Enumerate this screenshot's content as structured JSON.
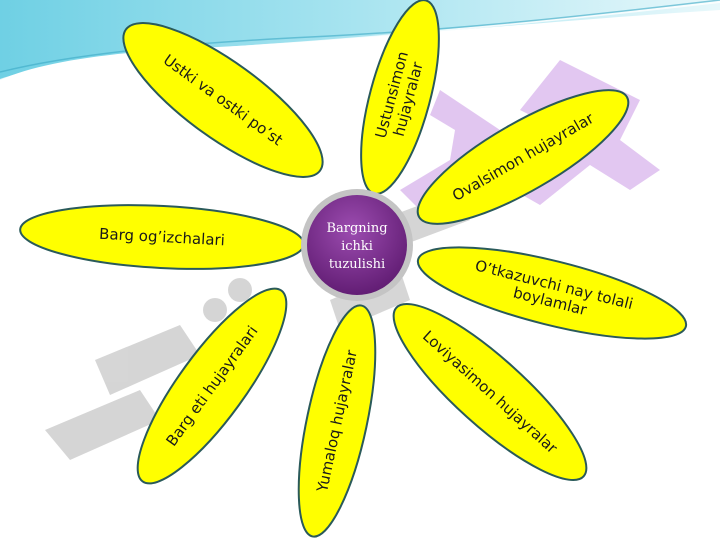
{
  "colors": {
    "petal_fill": "#ffff00",
    "petal_stroke": "#2a5a5a",
    "center_fill": "#7b2b8c",
    "center_ring": "#d0d0d0",
    "background_wave": "#5bc6dc",
    "watermark_purple": "#d8b4ec",
    "watermark_gray": "#c8c8c8"
  },
  "center": {
    "lines": [
      "Bargning",
      "ichki",
      "tuzulishi"
    ]
  },
  "petals": [
    {
      "id": "ustki-ostki-post",
      "lines": [
        "Ustki va ostki po’st"
      ]
    },
    {
      "id": "ustunsimon",
      "lines": [
        "Ustunsimon",
        "hujayralar"
      ]
    },
    {
      "id": "ovalsimon",
      "lines": [
        "Ovalsimon hujayralar"
      ]
    },
    {
      "id": "otkazuvchi",
      "lines": [
        "O’tkazuvchi nay tolali",
        "boylamlar"
      ]
    },
    {
      "id": "loviyasimon",
      "lines": [
        "Loviyasimon hujayralar"
      ]
    },
    {
      "id": "yumaloq",
      "lines": [
        "Yumaloq hujayralar"
      ]
    },
    {
      "id": "barg-eti",
      "lines": [
        "Barg eti hujayralari"
      ]
    },
    {
      "id": "barg-ogizchalari",
      "lines": [
        "Barg og’izchalari"
      ]
    }
  ]
}
